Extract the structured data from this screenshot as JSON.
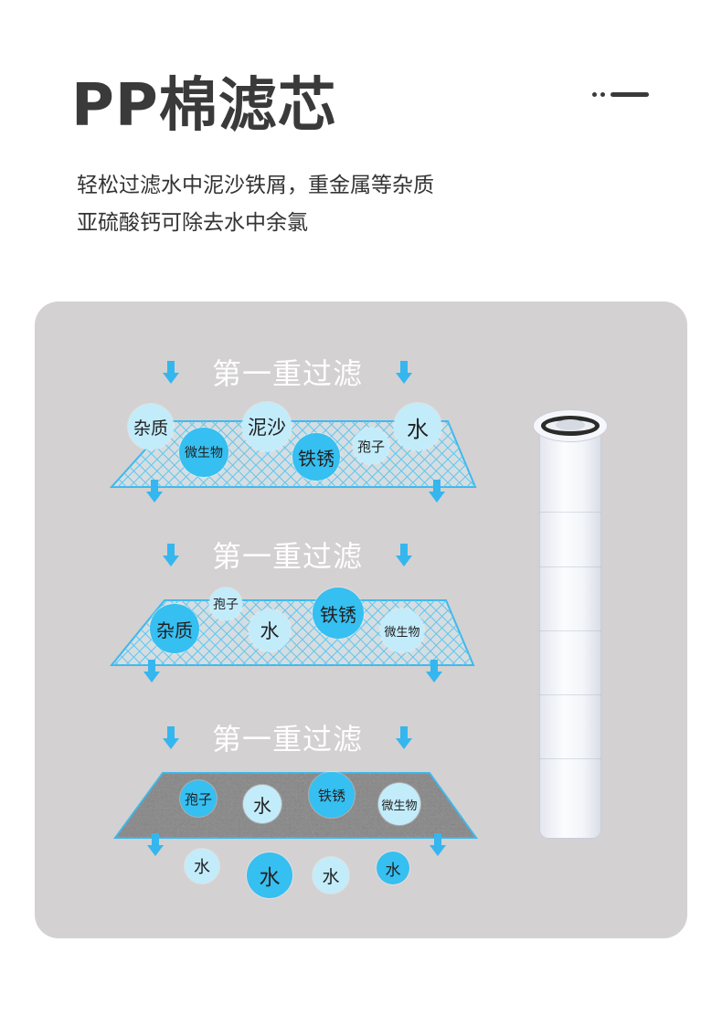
{
  "header": {
    "title": "PP棉滤芯",
    "subtitle_lines": [
      "轻松过滤水中泥沙铁屑，重金属等杂质",
      "亚硫酸钙可除去水中余氯"
    ]
  },
  "layers": [
    {
      "title": "第一重过滤",
      "particles": [
        "杂质",
        "微生物",
        "泥沙",
        "铁锈",
        "孢子",
        "水"
      ]
    },
    {
      "title": "第一重过滤",
      "particles": [
        "孢子",
        "杂质",
        "水",
        "铁锈",
        "微生物"
      ]
    },
    {
      "title": "第一重过滤",
      "particles": [
        "孢子",
        "水",
        "铁锈",
        "微生物"
      ],
      "output": [
        "水",
        "水",
        "水",
        "水"
      ]
    }
  ],
  "colors": {
    "accent": "#36bff1",
    "light_particle": "#c3ecfb",
    "panel": "#d3d1d1"
  }
}
